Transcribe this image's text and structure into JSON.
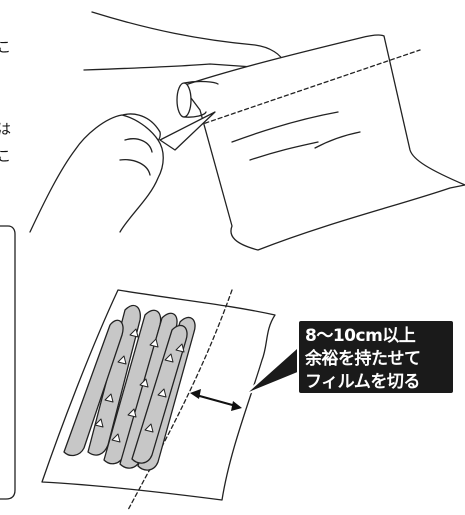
{
  "left_text_fragments": [
    "こ",
    "は",
    "こ"
  ],
  "callout": {
    "lines": [
      "8〜10cm以上",
      "余裕を持たせて",
      "フィルムを切る"
    ]
  }
}
